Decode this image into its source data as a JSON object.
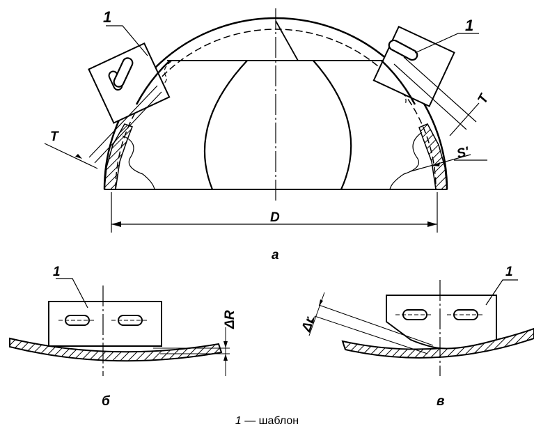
{
  "figure": {
    "part_label": "1",
    "dim_T": "T",
    "dim_S": "S'",
    "dim_D": "D",
    "dim_dR": "ΔR",
    "dim_dr": "Δr",
    "view_a": "а",
    "view_b": "б",
    "view_v": "в"
  },
  "caption": {
    "number": "1",
    "text": " — шаблон"
  }
}
